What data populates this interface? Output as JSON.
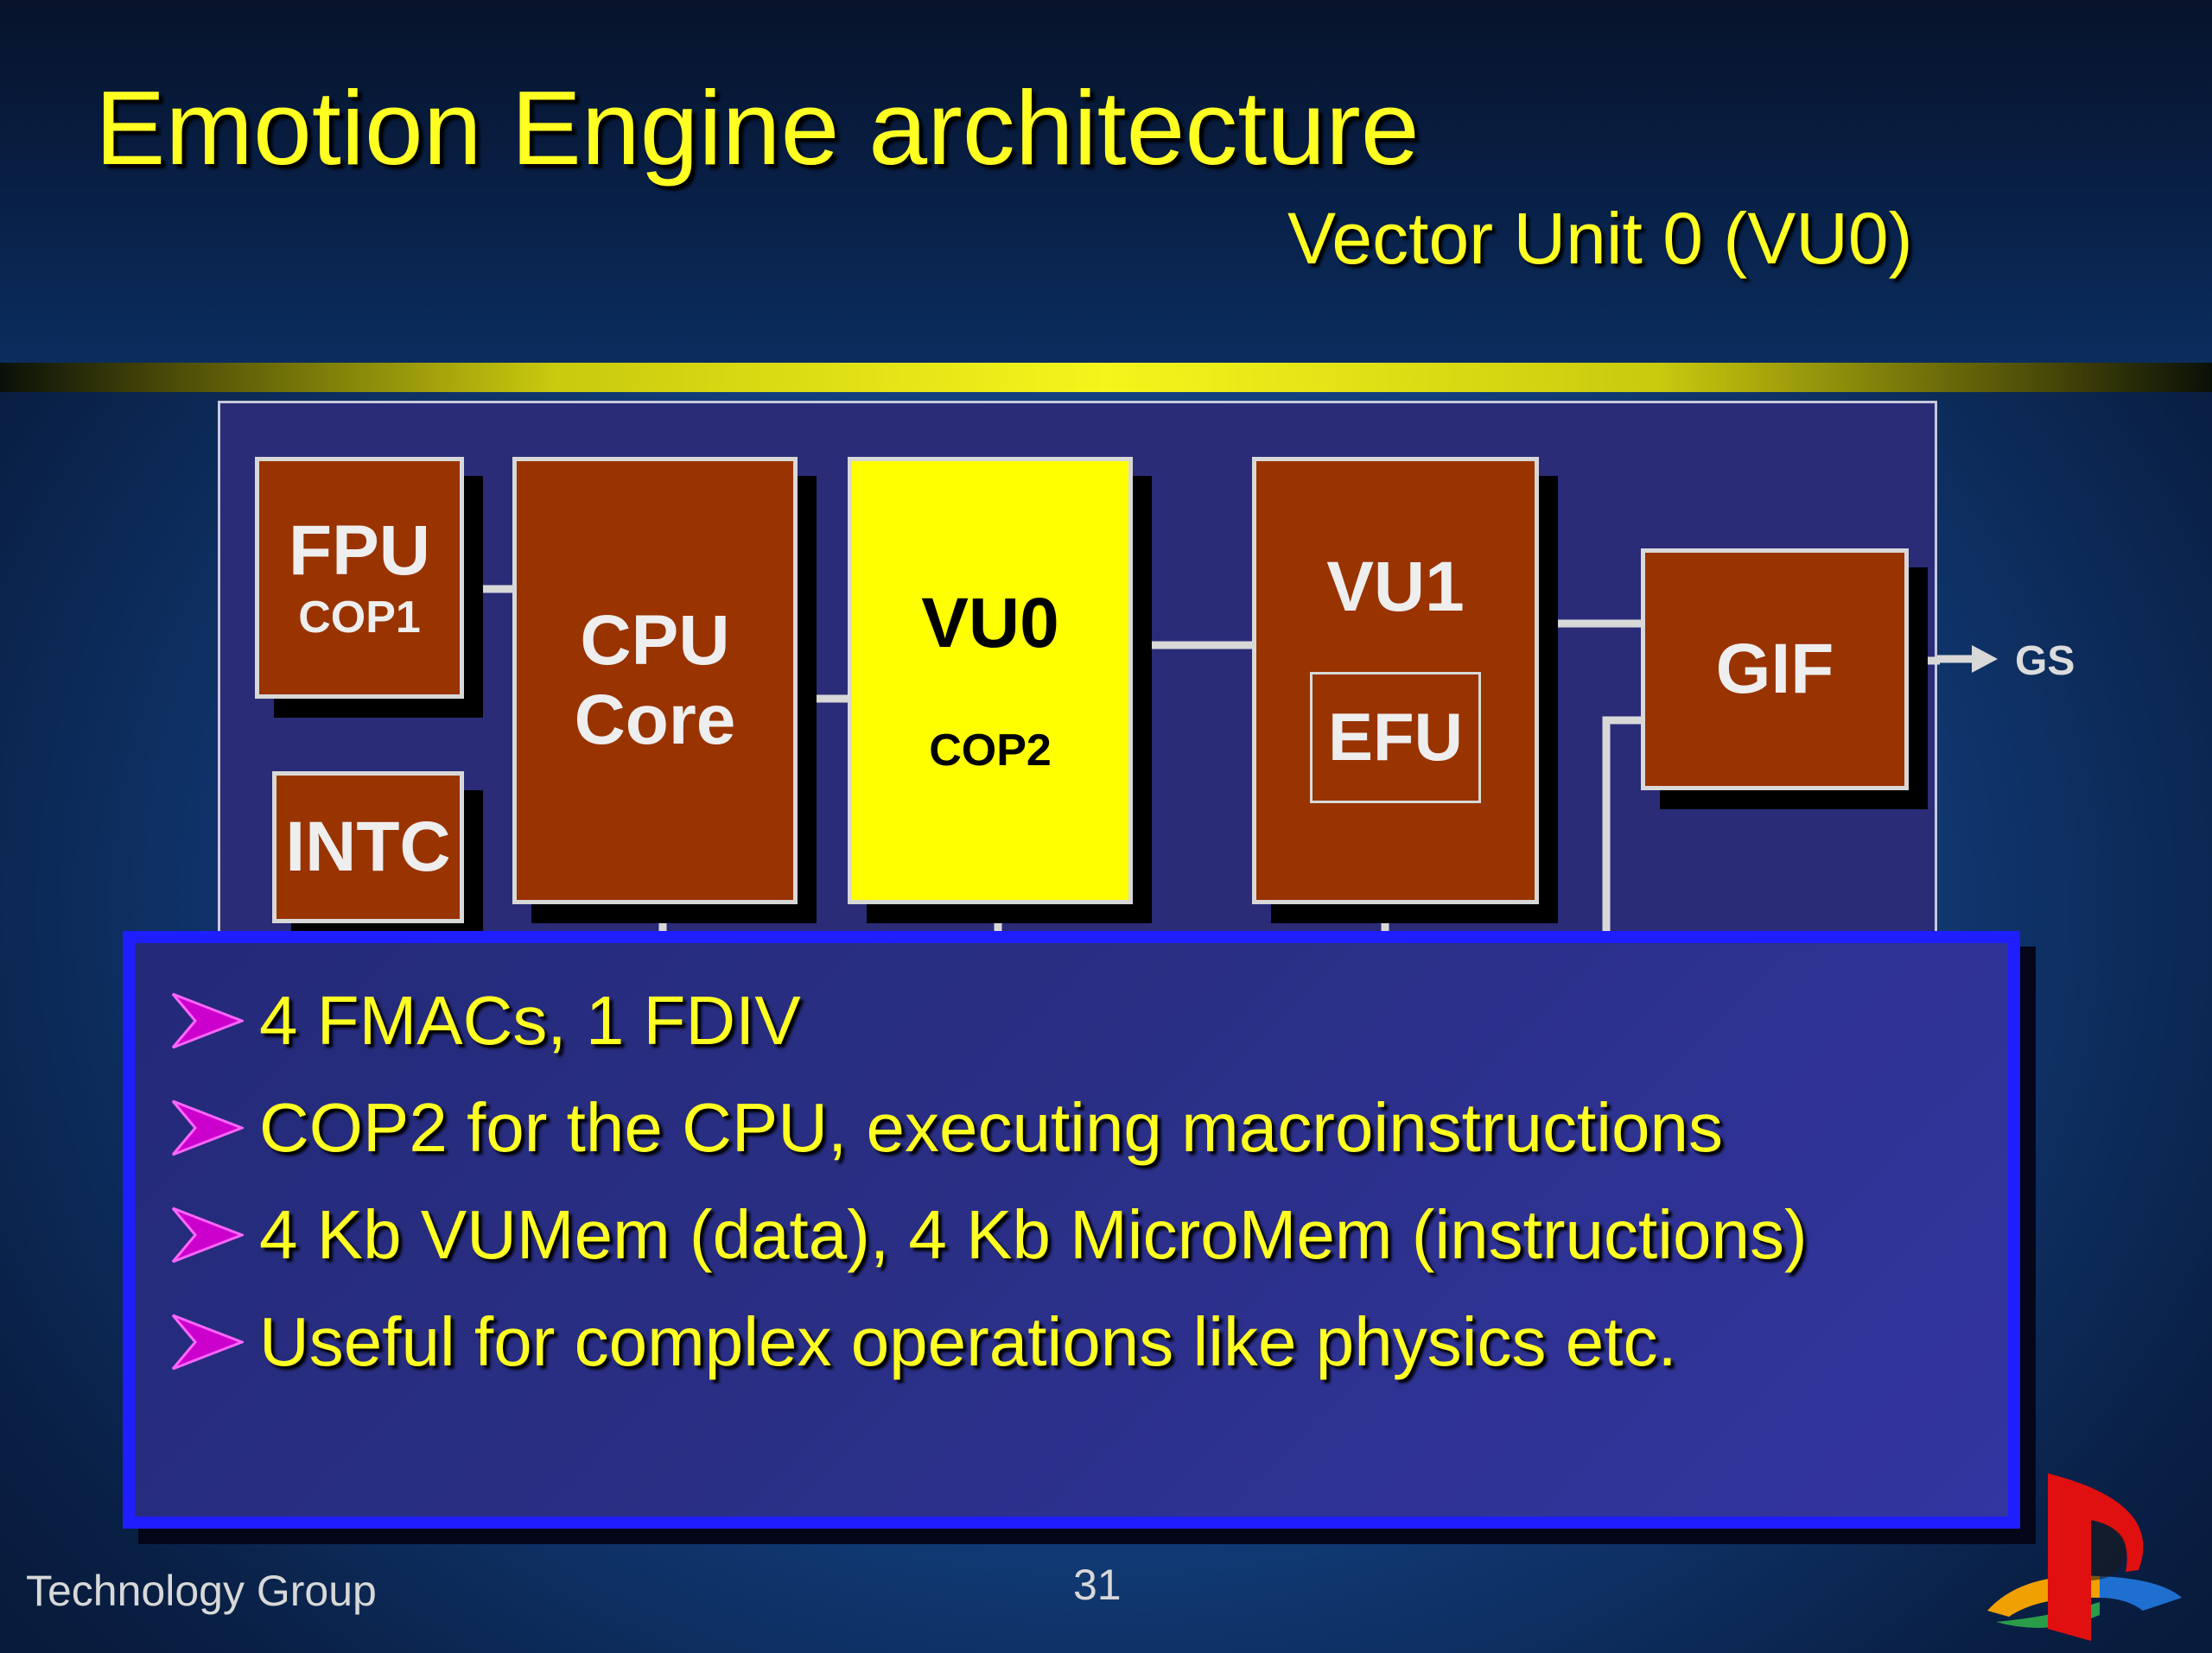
{
  "slide": {
    "title": "Emotion Engine architecture",
    "subtitle": "Vector Unit 0 (VU0)"
  },
  "diagram": {
    "fpu": {
      "label": "FPU",
      "sub": "COP1"
    },
    "cpu": {
      "line1": "CPU",
      "line2": "Core"
    },
    "vu0": {
      "label": "VU0",
      "sub": "COP2"
    },
    "vu1": {
      "label": "VU1",
      "efu": "EFU"
    },
    "intc": {
      "label": "INTC"
    },
    "gif": {
      "label": "GIF"
    },
    "gs_label": "GS",
    "highlight_color": "#ffff00",
    "block_color": "#993300"
  },
  "bullets": [
    "4 FMACs, 1 FDIV",
    "COP2 for the CPU, executing macroinstructions",
    "4 Kb VUMem (data), 4 Kb MicroMem (instructions)",
    "Useful for complex operations like physics etc."
  ],
  "footer": {
    "left": "Technology Group",
    "page_number": "31"
  },
  "colors": {
    "title": "#ffff22",
    "bullet_box_border": "#1e1eff",
    "bullet_marker": "#cc00cc"
  }
}
